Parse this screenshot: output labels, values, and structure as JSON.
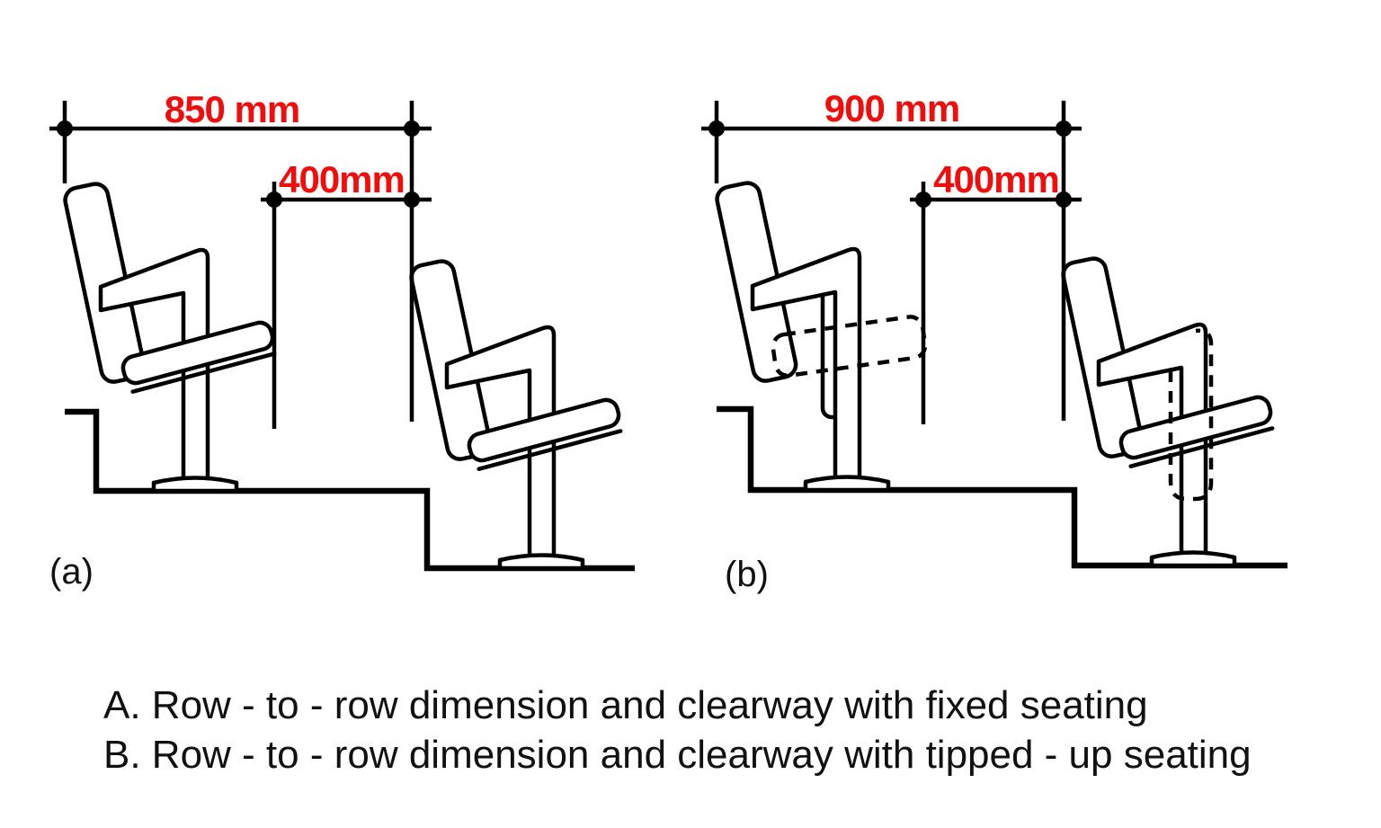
{
  "colors": {
    "background": "#ffffff",
    "line": "#000000",
    "dimension_label": "#f20d0d"
  },
  "diagram_a": {
    "panel_label": "(a)",
    "row_to_row_dimension_label": "850 mm",
    "clearway_dimension_label": "400mm"
  },
  "diagram_b": {
    "panel_label": "(b)",
    "row_to_row_dimension_label": "900 mm",
    "clearway_dimension_label": "400mm"
  },
  "captions": {
    "line_a": "A. Row - to - row dimension and clearway with fixed seating",
    "line_b": "B. Row - to - row dimension and clearway with tipped - up seating"
  }
}
